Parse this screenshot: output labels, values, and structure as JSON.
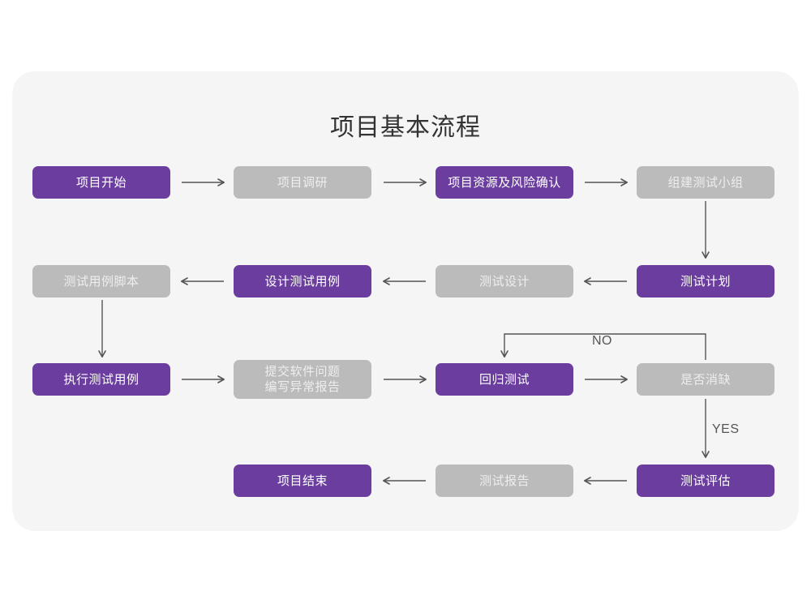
{
  "card": {
    "background_color": "#f5f5f5",
    "title": "项目基本流程"
  },
  "theme": {
    "purple": "#6b3d9e",
    "gray": "#bbbbbb",
    "purple_text": "#ffffff",
    "gray_text": "#eeeeee",
    "connector": "#555555",
    "page_background": "#ffffff"
  },
  "nodes": [
    {
      "id": "project-start",
      "label": "项目开始",
      "style": "purple",
      "row": 1,
      "col": 1
    },
    {
      "id": "project-research",
      "label": "项目调研",
      "style": "gray",
      "row": 1,
      "col": 2
    },
    {
      "id": "resource-risk",
      "label": "项目资源及风险确认",
      "style": "purple",
      "row": 1,
      "col": 3
    },
    {
      "id": "build-test-team",
      "label": "组建测试小组",
      "style": "gray",
      "row": 1,
      "col": 4
    },
    {
      "id": "test-case-script",
      "label": "测试用例脚本",
      "style": "gray",
      "row": 2,
      "col": 1
    },
    {
      "id": "design-test-case",
      "label": "设计测试用例",
      "style": "purple",
      "row": 2,
      "col": 2
    },
    {
      "id": "test-design",
      "label": "测试设计",
      "style": "gray",
      "row": 2,
      "col": 3
    },
    {
      "id": "test-plan",
      "label": "测试计划",
      "style": "purple",
      "row": 2,
      "col": 4
    },
    {
      "id": "execute-test-case",
      "label": "执行测试用例",
      "style": "purple",
      "row": 3,
      "col": 1
    },
    {
      "id": "submit-defect",
      "label": "提交软件问题\n编写异常报告",
      "style": "gray",
      "row": 3,
      "col": 2
    },
    {
      "id": "regression-test",
      "label": "回归测试",
      "style": "purple",
      "row": 3,
      "col": 3
    },
    {
      "id": "defect-cleared",
      "label": "是否消缺",
      "style": "gray",
      "row": 3,
      "col": 4
    },
    {
      "id": "project-end",
      "label": "项目结束",
      "style": "purple",
      "row": 4,
      "col": 2
    },
    {
      "id": "test-report",
      "label": "测试报告",
      "style": "gray",
      "row": 4,
      "col": 3
    },
    {
      "id": "test-evaluation",
      "label": "测试评估",
      "style": "purple",
      "row": 4,
      "col": 4
    }
  ],
  "edge_labels": {
    "no": "NO",
    "yes": "YES"
  }
}
